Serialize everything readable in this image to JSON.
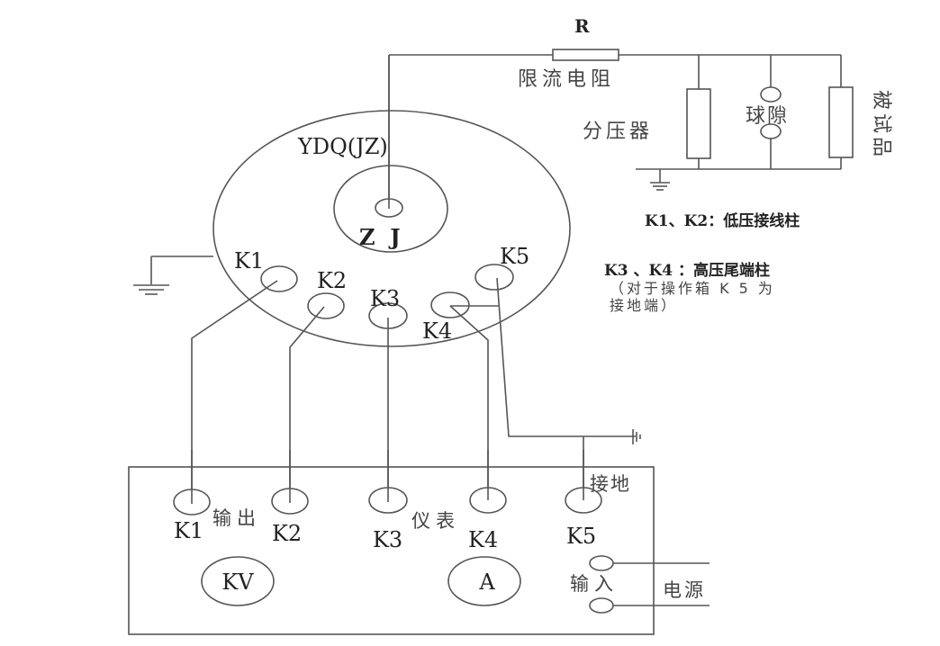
{
  "top_circuit": {
    "resistor_symbol": "R",
    "resistor_label": "限流电阻",
    "divider_label": "分压器",
    "sphere_gap_label": "球隙",
    "test_object_label": "被试品"
  },
  "transformer": {
    "model_label": "YDQ(JZ)",
    "core_label": "Z  J",
    "terminals": [
      "K1",
      "K2",
      "K3",
      "K4",
      "K5"
    ]
  },
  "legend": {
    "line1": "K1、K2：低压接线柱",
    "line2": "K3 、K4 ：高压尾端柱",
    "line3": "（对于操作箱 K 5 为",
    "line4": "接地端）"
  },
  "console": {
    "terminals": [
      "K1",
      "K2",
      "K3",
      "K4",
      "K5"
    ],
    "output_label": "输出",
    "meter_label": "仪表",
    "ground_label": "接地",
    "kv_meter": "KV",
    "amp_meter": "A",
    "input_label": "输入",
    "power_label": "电源"
  }
}
